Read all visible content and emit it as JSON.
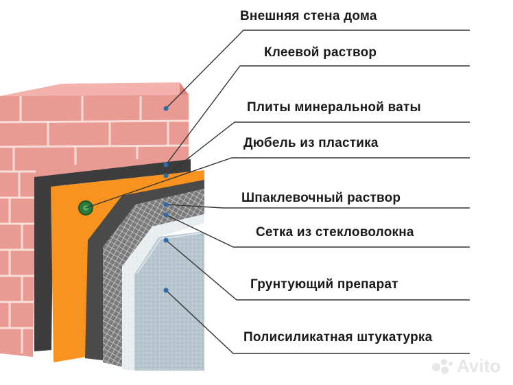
{
  "labels": [
    "Внешняя стена дома",
    "Клеевой раствор",
    "Плиты минеральной ваты",
    "Дюбель  из пластика",
    "Шпаклевочный раствор",
    "Сетка из стекловолокна",
    "Грунтующий препарат",
    "Полисиликатная штукатурка"
  ],
  "watermark": {
    "text": "Avito"
  },
  "colors": {
    "brick": "#e89a93",
    "mortar": "#f7dcd8",
    "adhesive": "#3c3c3c",
    "mineral_wool": "#f7931e",
    "dowel": "#2a7a3a",
    "putty": "#4a4a4a",
    "mesh": "#cfcfcf",
    "primer": "#e6ecef",
    "plaster": "#b7c6cf",
    "leader": "#333333",
    "marker": "#2b6cb0"
  },
  "icons": [
    "avito-logo-icon"
  ]
}
